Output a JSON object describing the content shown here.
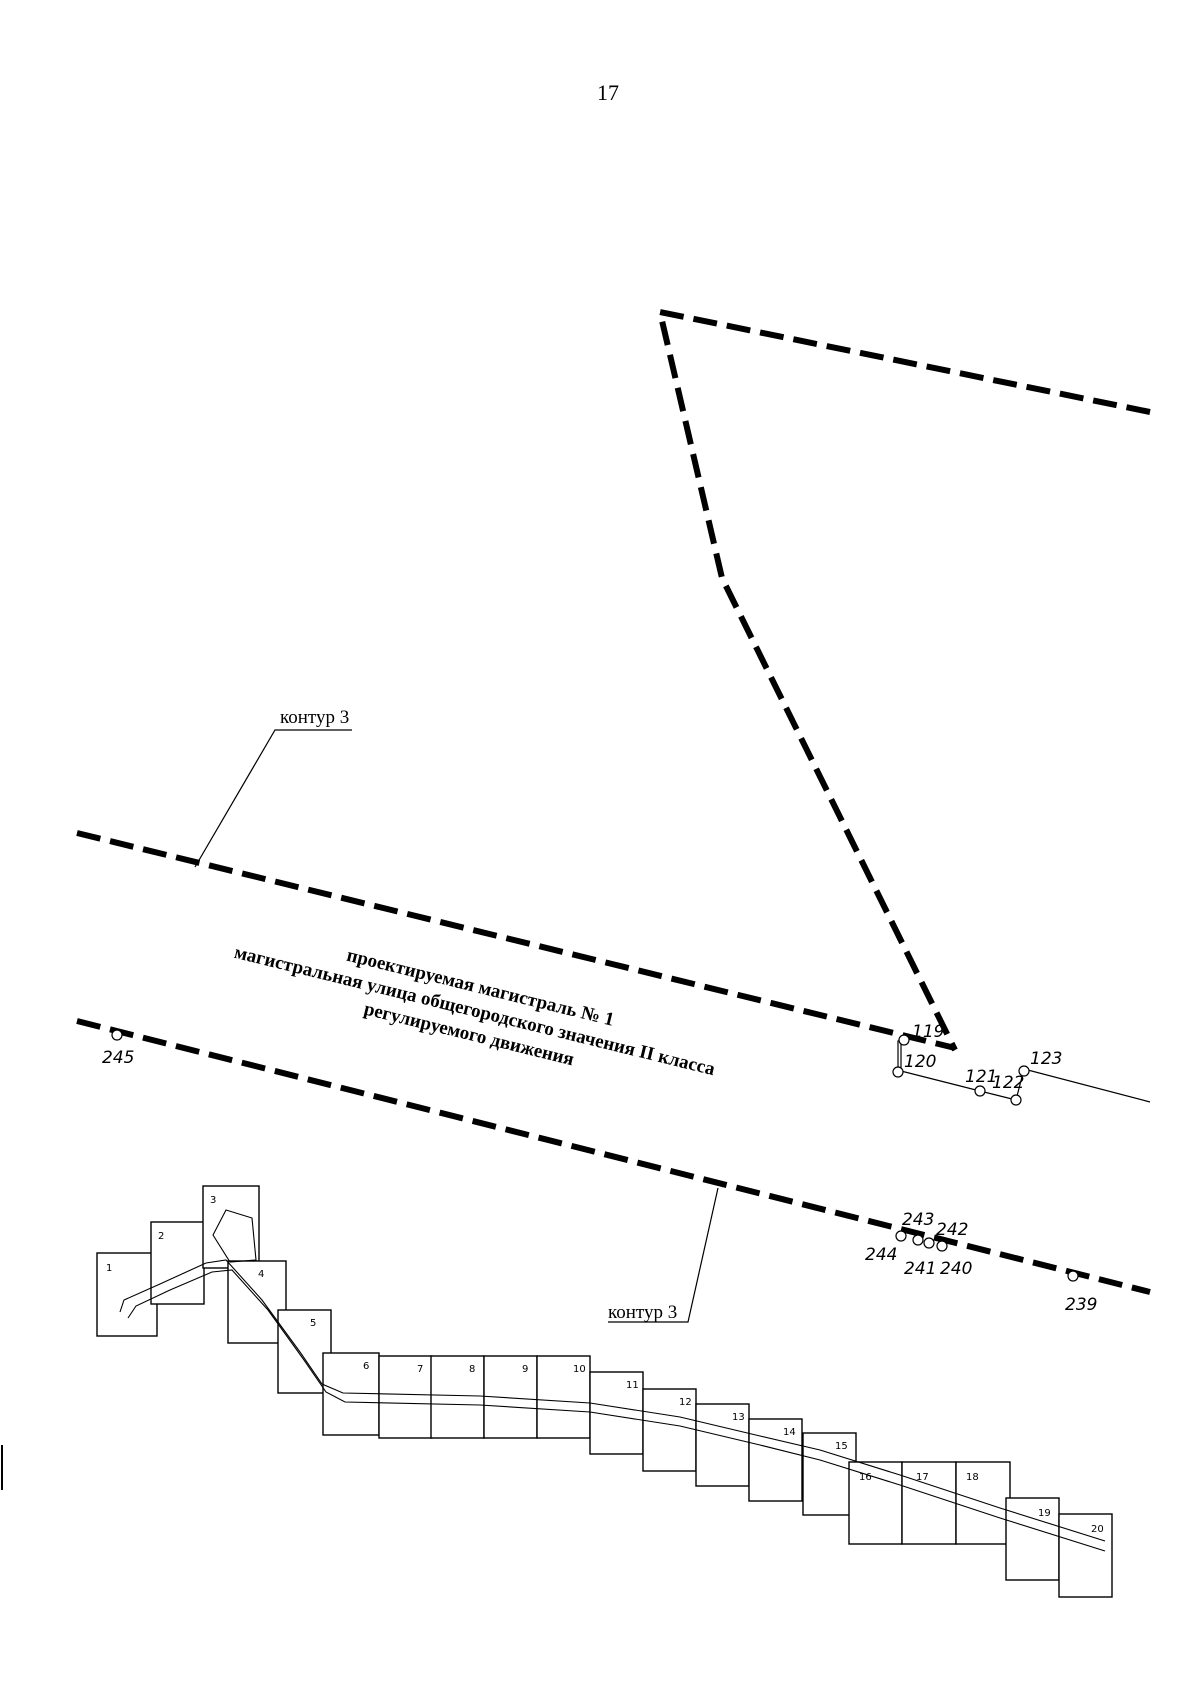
{
  "page": {
    "number": "17"
  },
  "map": {
    "street_label": {
      "line1": "проектируемая магистраль № 1",
      "line2": "магистральная улица общегородского значения II класса",
      "line3": "регулируемого движения"
    },
    "contour_labels": [
      "контур 3",
      "контур 3"
    ],
    "points": {
      "p119": "119",
      "p120": "120",
      "p121": "121",
      "p122": "122",
      "p123": "123",
      "p239": "239",
      "p240": "240",
      "p241": "241",
      "p242": "242",
      "p243": "243",
      "p244": "244",
      "p245": "245"
    },
    "index_sheets": [
      "1",
      "2",
      "3",
      "4",
      "5",
      "6",
      "7",
      "8",
      "9",
      "10",
      "11",
      "12",
      "13",
      "14",
      "15",
      "16",
      "17",
      "18",
      "19",
      "20"
    ],
    "highlighted_sheet": "17"
  }
}
